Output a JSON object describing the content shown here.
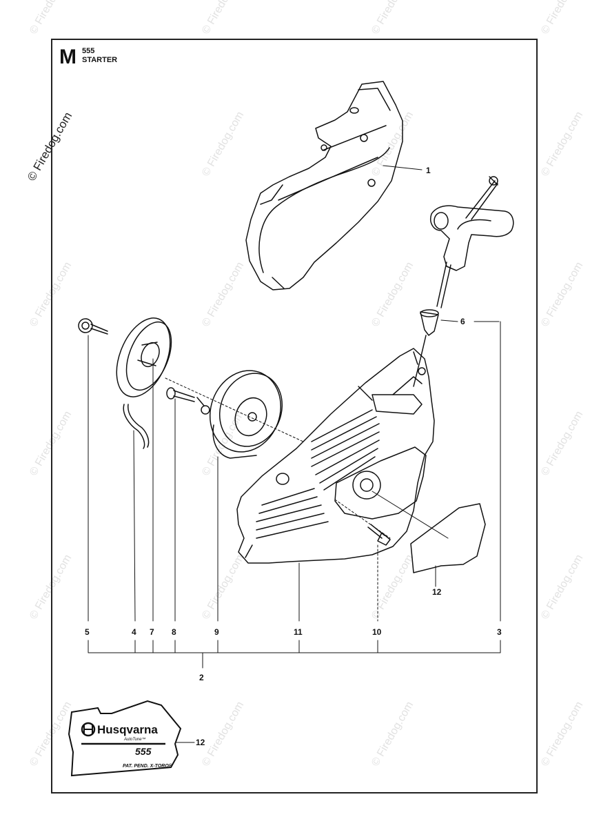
{
  "header": {
    "section_letter": "M",
    "model": "555",
    "section_name": "STARTER"
  },
  "watermark": "© Firedog.com",
  "callouts": {
    "c1": "1",
    "c2": "2",
    "c3": "3",
    "c4": "4",
    "c5": "5",
    "c6": "6",
    "c7": "7",
    "c8": "8",
    "c9": "9",
    "c10": "10",
    "c11": "11",
    "c12a": "12",
    "c12b": "12"
  },
  "decal": {
    "brand": "Husqvarna",
    "autotune": "AutoTune™",
    "model": "555",
    "footer": "PAT. PEND. X-TORQ®"
  }
}
